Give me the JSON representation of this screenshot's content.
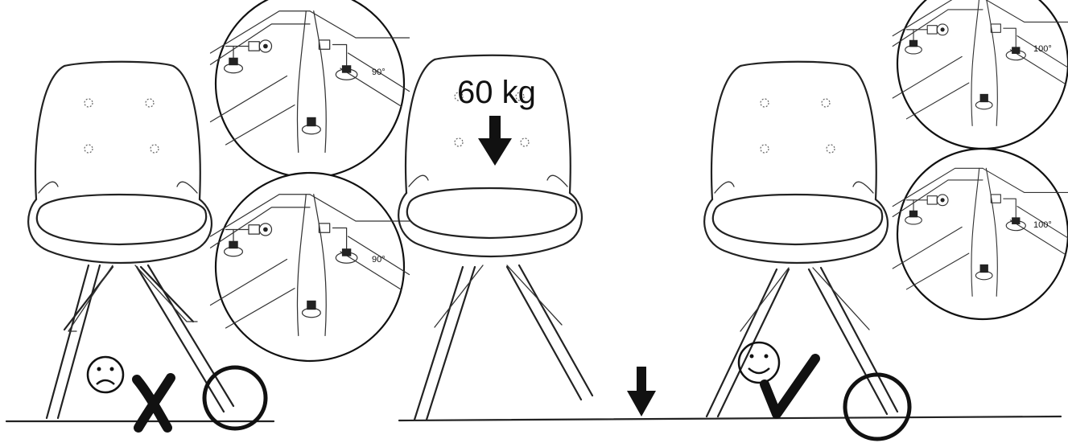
{
  "load_label": "60 kg",
  "angles": {
    "before_top": "90°",
    "before_bottom": "90°",
    "after_top": "100°",
    "after_bottom": "100°"
  },
  "icons": [
    "sad-face-icon",
    "cross-mark-icon",
    "happy-face-icon",
    "check-mark-icon",
    "down-arrow-icon"
  ],
  "colors": {
    "line": "#222222",
    "background": "#ffffff"
  }
}
